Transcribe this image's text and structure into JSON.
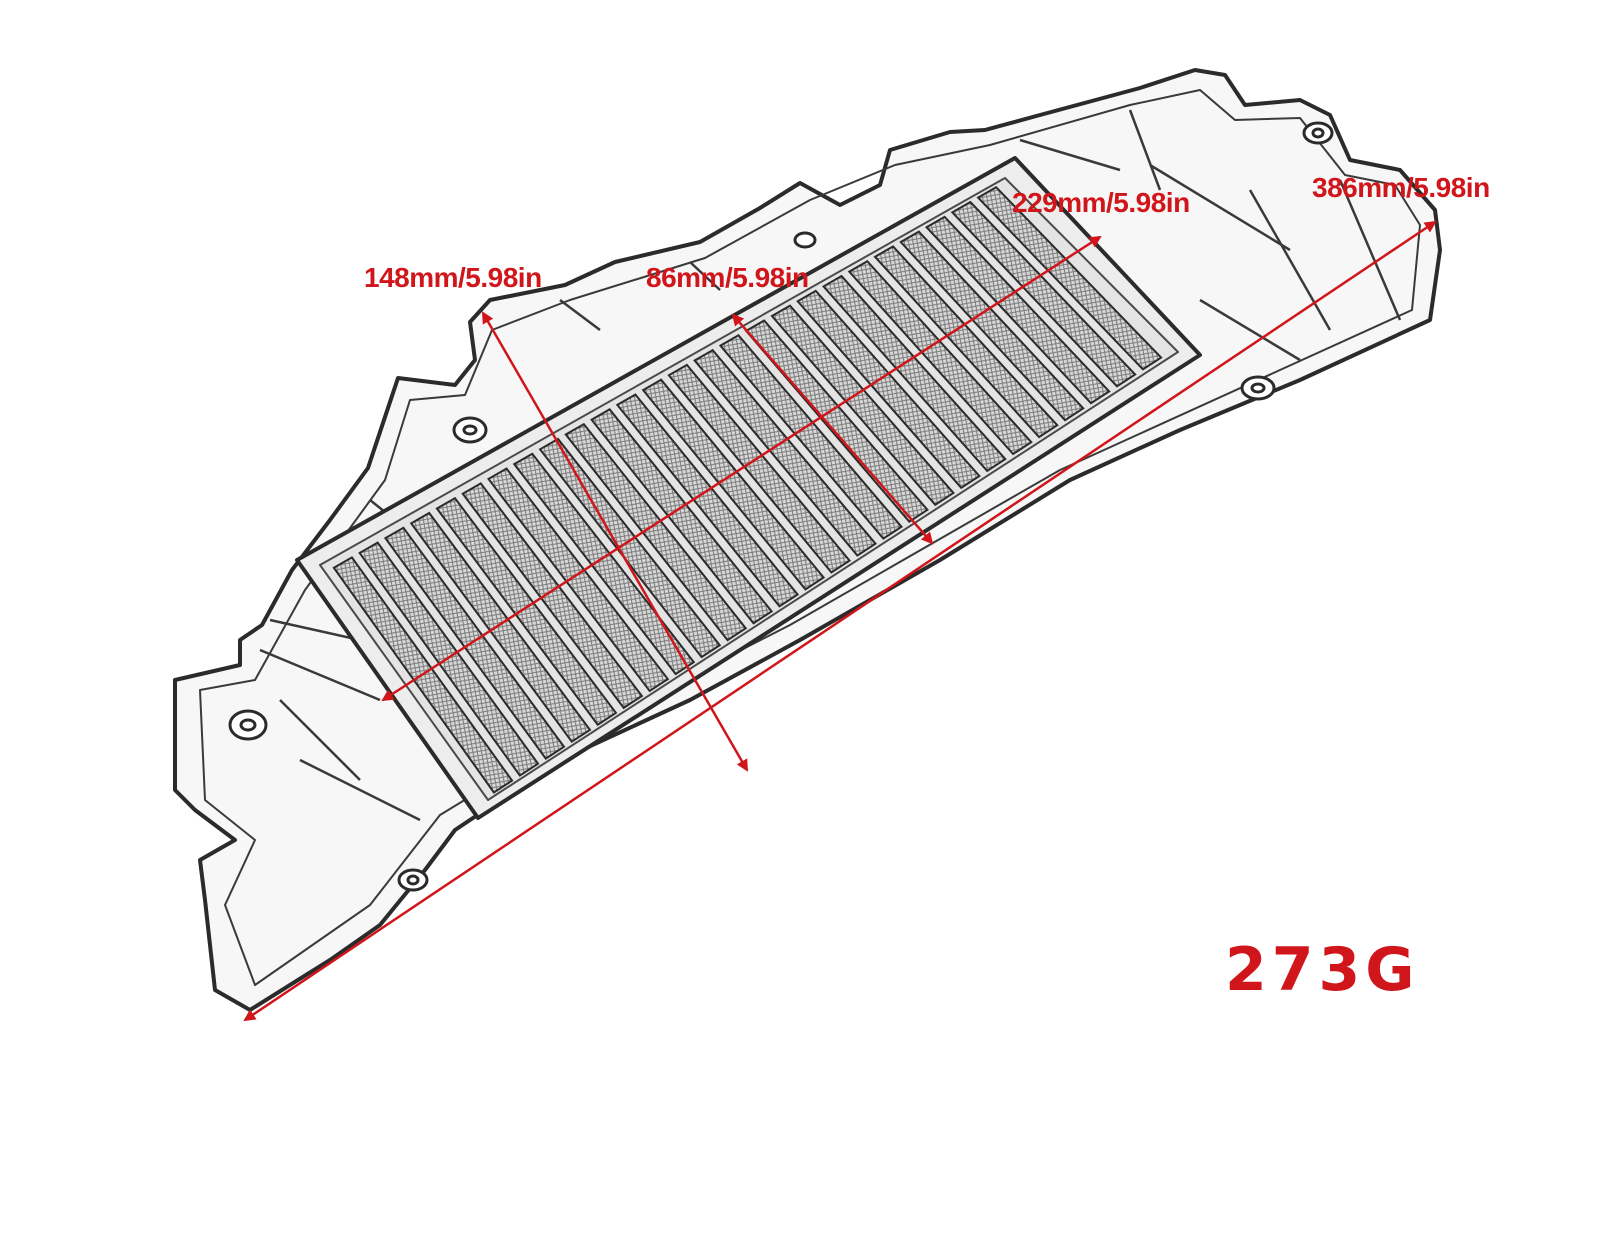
{
  "product": {
    "name": "air-filter-element",
    "outline_color": "#2b2b2b",
    "mesh_color": "#8a8a8a",
    "annotation_color": "#d0161b",
    "slat_count": 26
  },
  "dimensions": {
    "overall_length": "386mm/5.98in",
    "filter_length": "229mm/5.98in",
    "overall_width": "148mm/5.98in",
    "filter_width": "86mm/5.98in"
  },
  "weight": "273G"
}
